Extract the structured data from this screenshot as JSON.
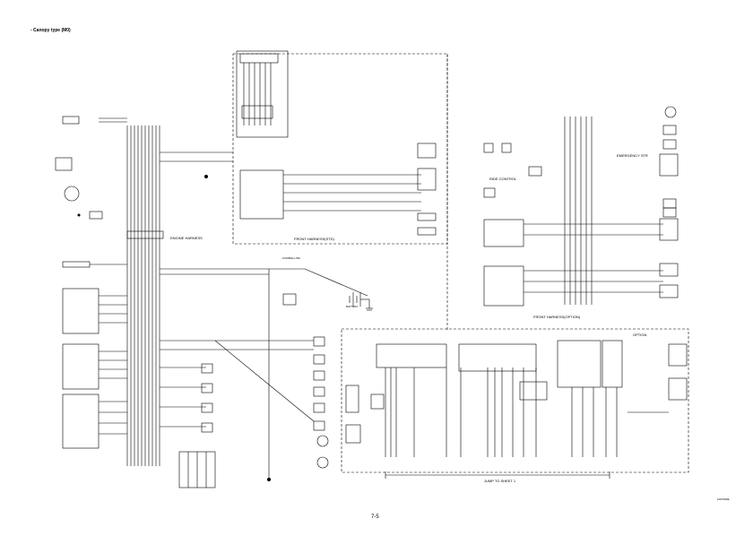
{
  "header": {
    "title": "- Canopy type (M0)"
  },
  "labels": {
    "engine_harness": "ENGINE HARNESS",
    "front_harness_std": "FRONT HARNESS(STD)",
    "front_harness_option": "FRONT HARNESS(OPTION)",
    "ride_control": "RIDE CONTROL",
    "emergency_str": "EMERGENCY STR",
    "jump_to_sheet": "JUMP TO SHEET 1",
    "option": "OPTION",
    "battery": "BATTERY",
    "fusible_link": "FUSIBLE LINK"
  },
  "footer": {
    "page_number": "7-5",
    "drawing_code": "1007000E"
  }
}
